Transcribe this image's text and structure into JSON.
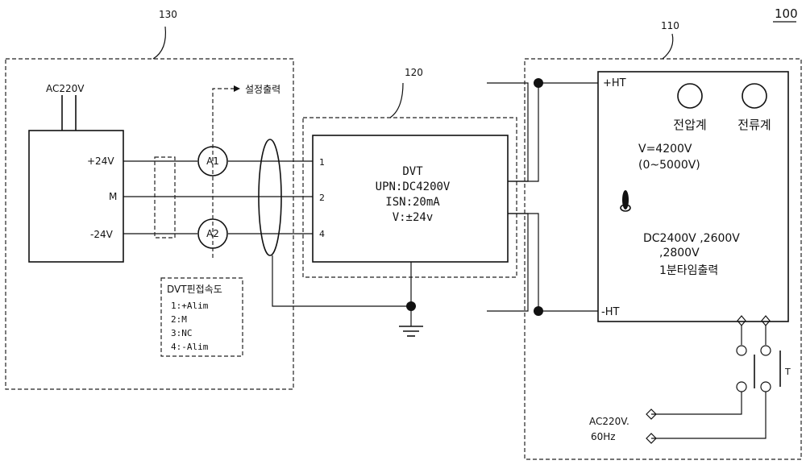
{
  "figure_number": "100",
  "blocks": {
    "b130": {
      "ref": "130"
    },
    "b120": {
      "ref": "120"
    },
    "b110": {
      "ref": "110"
    }
  },
  "power_supply": {
    "input": "AC220V",
    "plus": "+24V",
    "mid": "M",
    "minus": "-24V"
  },
  "meters": {
    "a1": "A1",
    "a2": "A2"
  },
  "set_output": "설정출력",
  "pin_legend": {
    "title": "DVT핀접속도",
    "items": [
      "1:+Alim",
      "2:M",
      "3:NC",
      "4:-Alim"
    ]
  },
  "dvt": {
    "pins": [
      "1",
      "2",
      "4"
    ],
    "lines": [
      "DVT",
      "UPN:DC4200V",
      "ISN:20mA",
      "V:±24v"
    ]
  },
  "tester": {
    "plus": "+HT",
    "minus": "-HT",
    "voltmeter": "전압계",
    "ammeter": "전류계",
    "voltage": "V=4200V",
    "range": "(0~5000V)",
    "outputs": [
      "DC2400V  ,2600V",
      ",2800V",
      "1분타임출력"
    ],
    "t_label": "T",
    "ac": [
      "AC220V.",
      "60Hz"
    ]
  }
}
